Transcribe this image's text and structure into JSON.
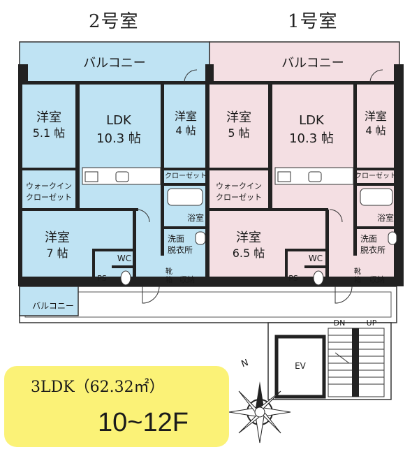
{
  "units": {
    "unit2_title": "2号室",
    "unit1_title": "1号室"
  },
  "labels": {
    "balcony": "バルコニー",
    "western_room": "洋室",
    "ldk": "LDK",
    "walk_in_closet_1": "ウォークイン",
    "walk_in_closet_2": "クローゼット",
    "closet": "クローゼット",
    "bath": "浴室",
    "washroom_1": "洗面",
    "washroom_2": "脱衣所",
    "wc": "WC",
    "ps": "PS",
    "shoe_box_1": "靴",
    "shoe_box_2": "箱",
    "storage": "収納",
    "ev": "EV",
    "stairs_down": "DN",
    "stairs_up": "UP",
    "north": "N"
  },
  "sizes": {
    "u2_room_a": "5.1 帖",
    "u2_ldk": "10.3 帖",
    "u2_room_b": "4 帖",
    "u2_room_c": "7 帖",
    "u1_room_a": "5 帖",
    "u1_ldk": "10.3 帖",
    "u1_room_b": "4 帖",
    "u1_room_c": "6.5 帖"
  },
  "summary": {
    "layout": "3LDK（62.32㎡）",
    "floors": "10~12F"
  },
  "colors": {
    "unit2_fill": "#bfe3f3",
    "unit1_fill": "#f4dfe3",
    "badge": "#fbf277",
    "wall": "#222222"
  }
}
